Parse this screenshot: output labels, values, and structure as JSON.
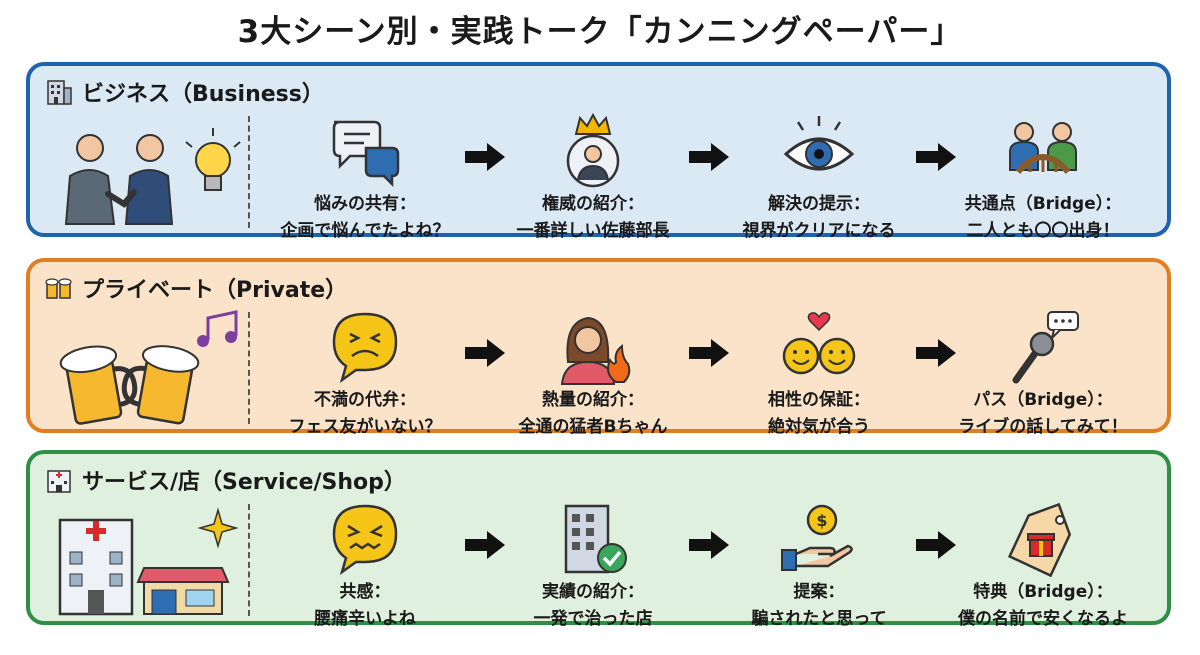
{
  "title": "3大シーン別・実践トーク「カンニングペーパー」",
  "colors": {
    "business": "#1f63ad",
    "private": "#e07e22",
    "service": "#2e8f45"
  },
  "sections": [
    {
      "heading": "ビジネス（Business）",
      "icon": "office-building-icon",
      "hero_icon": "handshake-lightbulb-icon",
      "steps": [
        {
          "icon": "chat-bubbles-icon",
          "line1": "悩みの共有：",
          "line2": "企画で悩んでたよね？"
        },
        {
          "icon": "crowned-person-icon",
          "line1": "権威の紹介：",
          "line2": "一番詳しい佐藤部長"
        },
        {
          "icon": "eye-icon",
          "line1": "解決の提示：",
          "line2": "視界がクリアになる"
        },
        {
          "icon": "bridge-people-icon",
          "line1": "共通点（Bridge）：",
          "line2": "二人とも〇〇出身！"
        }
      ]
    },
    {
      "heading": "プライベート（Private）",
      "icon": "beer-cheers-icon",
      "hero_icon": "beer-toast-music-icon",
      "steps": [
        {
          "icon": "frustrated-face-bubble-icon",
          "line1": "不満の代弁：",
          "line2": "フェス友がいない？"
        },
        {
          "icon": "passionate-woman-icon",
          "line1": "熱量の紹介：",
          "line2": "全通の猛者Bちゃん"
        },
        {
          "icon": "smiley-pair-heart-icon",
          "line1": "相性の保証：",
          "line2": "絶対気が合う"
        },
        {
          "icon": "microphone-chat-icon",
          "line1": "パス（Bridge）：",
          "line2": "ライブの話してみて！"
        }
      ]
    },
    {
      "heading": "サービス/店（Service/Shop）",
      "icon": "hospital-icon",
      "hero_icon": "hospital-shop-sparkle-icon",
      "steps": [
        {
          "icon": "pained-face-bubble-icon",
          "line1": "共感：",
          "line2": "腰痛辛いよね"
        },
        {
          "icon": "verified-building-icon",
          "line1": "実績の紹介：",
          "line2": "一発で治った店"
        },
        {
          "icon": "coin-hand-icon",
          "line1": "提案：",
          "line2": "騙されたと思って"
        },
        {
          "icon": "gift-tag-icon",
          "line1": "特典（Bridge）：",
          "line2": "僕の名前で安くなるよ"
        }
      ]
    }
  ]
}
